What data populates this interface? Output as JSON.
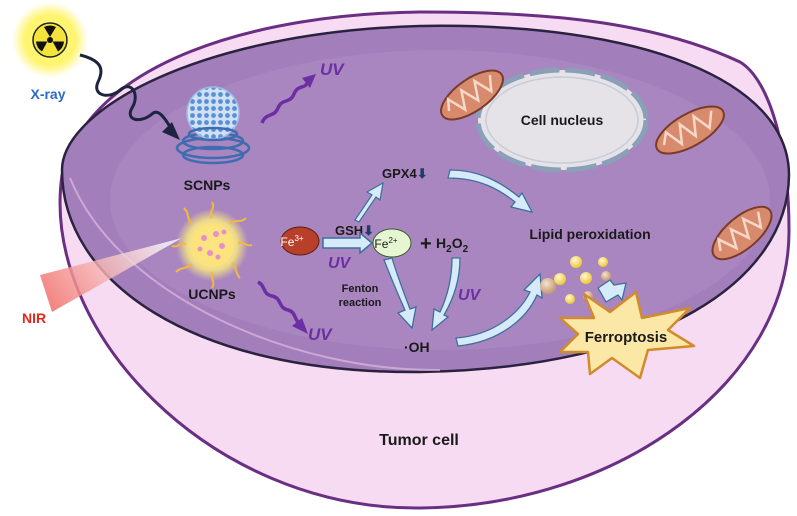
{
  "labels": {
    "xray": "X-ray",
    "nir": "NIR",
    "scnps": "SCNPs",
    "ucnps": "UCNPs",
    "uv": "UV",
    "cell_nucleus": "Cell nucleus",
    "gpx4": "GPX4",
    "gsh": "GSH",
    "fe3": "Fe",
    "fe3_sup": "3+",
    "fe2": "Fe",
    "fe2_sup": "2+",
    "plus": "+",
    "h2o2_h": "H",
    "h2o2_sub1": "2",
    "h2o2_o": "O",
    "h2o2_sub2": "2",
    "fenton_1": "Fenton",
    "fenton_2": "reaction",
    "oh": "·OH",
    "lipid_peroxidation": "Lipid peroxidation",
    "ferroptosis": "Ferroptosis",
    "tumor_cell": "Tumor cell",
    "down_arrow": "⬇"
  },
  "colors": {
    "cell_fill": "#f6dbf3",
    "cell_stroke": "#6a2f83",
    "cytoplasm": "#a27fbb",
    "cytoplasm_stroke": "#2b2240",
    "nucleus": "#e5e2e8",
    "mito": "#d88a6c",
    "uv": "#6b2fa3",
    "xray_label": "#2b6ac8",
    "nir_label": "#e0281c",
    "arrow_fill": "#d6ebf9",
    "arrow_stroke": "#3e6f9c",
    "ferroptosis_fill": "#fbe8a6",
    "ferroptosis_stroke": "#d18a2c",
    "fe3_fill": "#b8402a",
    "fe2_fill": "#e6f6d2"
  },
  "icons": [
    "radiation-icon",
    "scnp-icon",
    "ucnp-icon",
    "mitochondrion-icon",
    "lipid-droplets-icon",
    "burst-icon"
  ]
}
